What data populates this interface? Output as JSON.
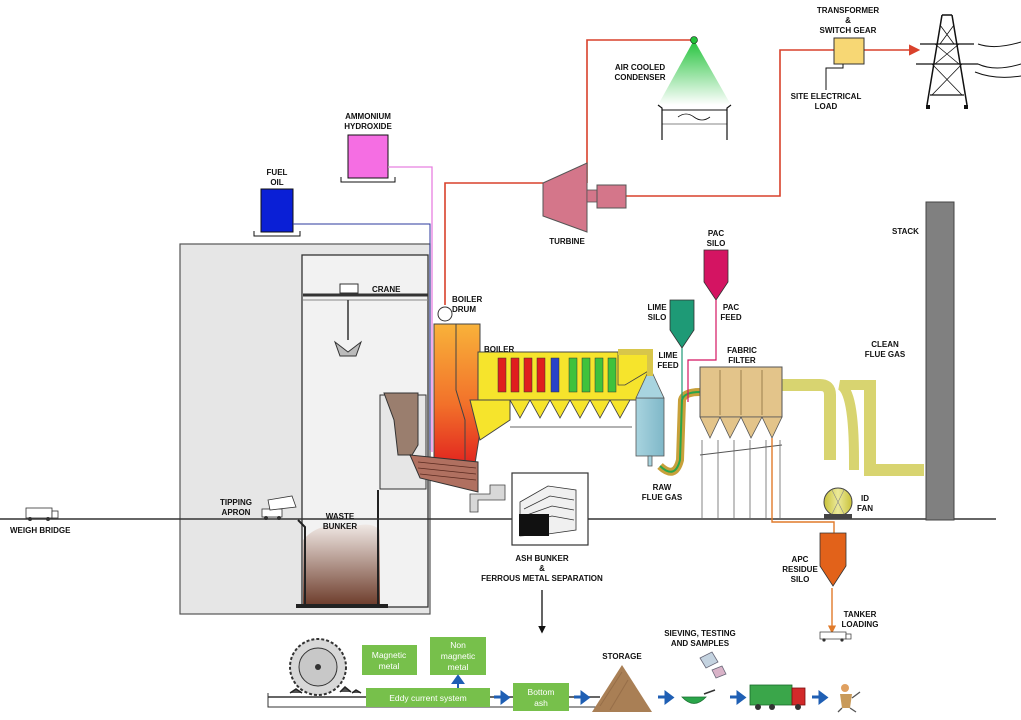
{
  "labels": {
    "weigh_bridge": "WEIGH BRIDGE",
    "tipping_apron_1": "TIPPING",
    "tipping_apron_2": "APRON",
    "waste_bunker_1": "WASTE",
    "waste_bunker_2": "BUNKER",
    "crane": "CRANE",
    "fuel_oil_1": "FUEL",
    "fuel_oil_2": "OIL",
    "ammonium_hydroxide_1": "AMMONIUM",
    "ammonium_hydroxide_2": "HYDROXIDE",
    "boiler_drum_1": "BOILER",
    "boiler_drum_2": "DRUM",
    "boiler": "BOILER",
    "turbine": "TURBINE",
    "air_cooled_condenser_1": "AIR COOLED",
    "air_cooled_condenser_2": "CONDENSER",
    "transformer_1": "TRANSFORMER",
    "transformer_2": "&",
    "transformer_3": "SWITCH GEAR",
    "site_load_1": "SITE ELECTRICAL",
    "site_load_2": "LOAD",
    "pac_silo_1": "PAC",
    "pac_silo_2": "SILO",
    "pac_feed_1": "PAC",
    "pac_feed_2": "FEED",
    "lime_silo_1": "LIME",
    "lime_silo_2": "SILO",
    "lime_feed_1": "LIME",
    "lime_feed_2": "FEED",
    "fabric_filter_1": "FABRIC",
    "fabric_filter_2": "FILTER",
    "raw_flue_gas_1": "RAW",
    "raw_flue_gas_2": "FLUE GAS",
    "clean_flue_gas_1": "CLEAN",
    "clean_flue_gas_2": "FLUE GAS",
    "stack": "STACK",
    "id_fan_1": "ID",
    "id_fan_2": "FAN",
    "apc_silo_1": "APC",
    "apc_silo_2": "RESIDUE",
    "apc_silo_3": "SILO",
    "tanker_1": "TANKER",
    "tanker_2": "LOADING",
    "ash_bunker_1": "ASH BUNKER",
    "ash_bunker_2": "&",
    "ash_bunker_3": "FERROUS METAL SEPARATION",
    "storage": "STORAGE",
    "sieving_1": "SIEVING, TESTING",
    "sieving_2": "AND SAMPLES"
  },
  "process_boxes": {
    "magnetic_1": "Magnetic",
    "magnetic_2": "metal",
    "non_magnetic_1": "Non",
    "non_magnetic_2": "magnetic",
    "non_magnetic_3": "metal",
    "eddy": "Eddy current system",
    "bottom_ash_1": "Bottom",
    "bottom_ash_2": "ash"
  },
  "colors": {
    "building": "#e6e6e6",
    "steam_line": "#d9412b",
    "ash_line": "#e07a2a",
    "box_green": "#77c04b",
    "arrow_blue": "#1f5fb4",
    "fuel_oil": "#0a1fd6",
    "ammonium": "#f56ee3",
    "turbine": "#d4768a",
    "transformer": "#f7d774",
    "pac_silo": "#d41462",
    "lime_silo": "#1e9a76",
    "apc_silo": "#e2621a",
    "fabric_filter": "#e3c48a",
    "duct": "#d8d470",
    "stack": "#808080"
  }
}
